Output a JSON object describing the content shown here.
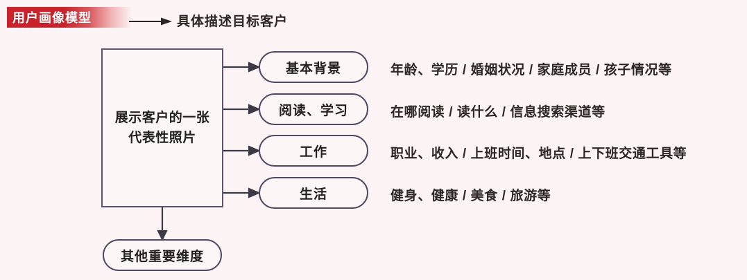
{
  "header": {
    "badge_label": "用户画像模型",
    "arrow_icon": "right-arrow-icon",
    "caption": "具体描述目标客户"
  },
  "main_box": {
    "text": "展示客户的一张\n代表性照片"
  },
  "categories": [
    {
      "label": "基本背景",
      "description": "年龄、学历 / 婚姻状况 / 家庭成员 / 孩子情况等"
    },
    {
      "label": "阅读、学习",
      "description": "在哪阅读 / 读什么 / 信息搜索渠道等"
    },
    {
      "label": "工作",
      "description": "职业、收入 / 上班时间、地点 / 上下班交通工具等"
    },
    {
      "label": "生活",
      "description": "健身、健康 / 美食 / 旅游等"
    }
  ],
  "bottom_node": {
    "label": "其他重要维度"
  },
  "colors": {
    "background": "#fdf4f5",
    "badge_red": "#c8232c",
    "badge_text": "#ffffff",
    "box_border": "#5d5570",
    "pill_border": "#4e4860",
    "node_fill": "#fdf6f6",
    "text": "#231f20",
    "connector": "#3c3a45"
  }
}
